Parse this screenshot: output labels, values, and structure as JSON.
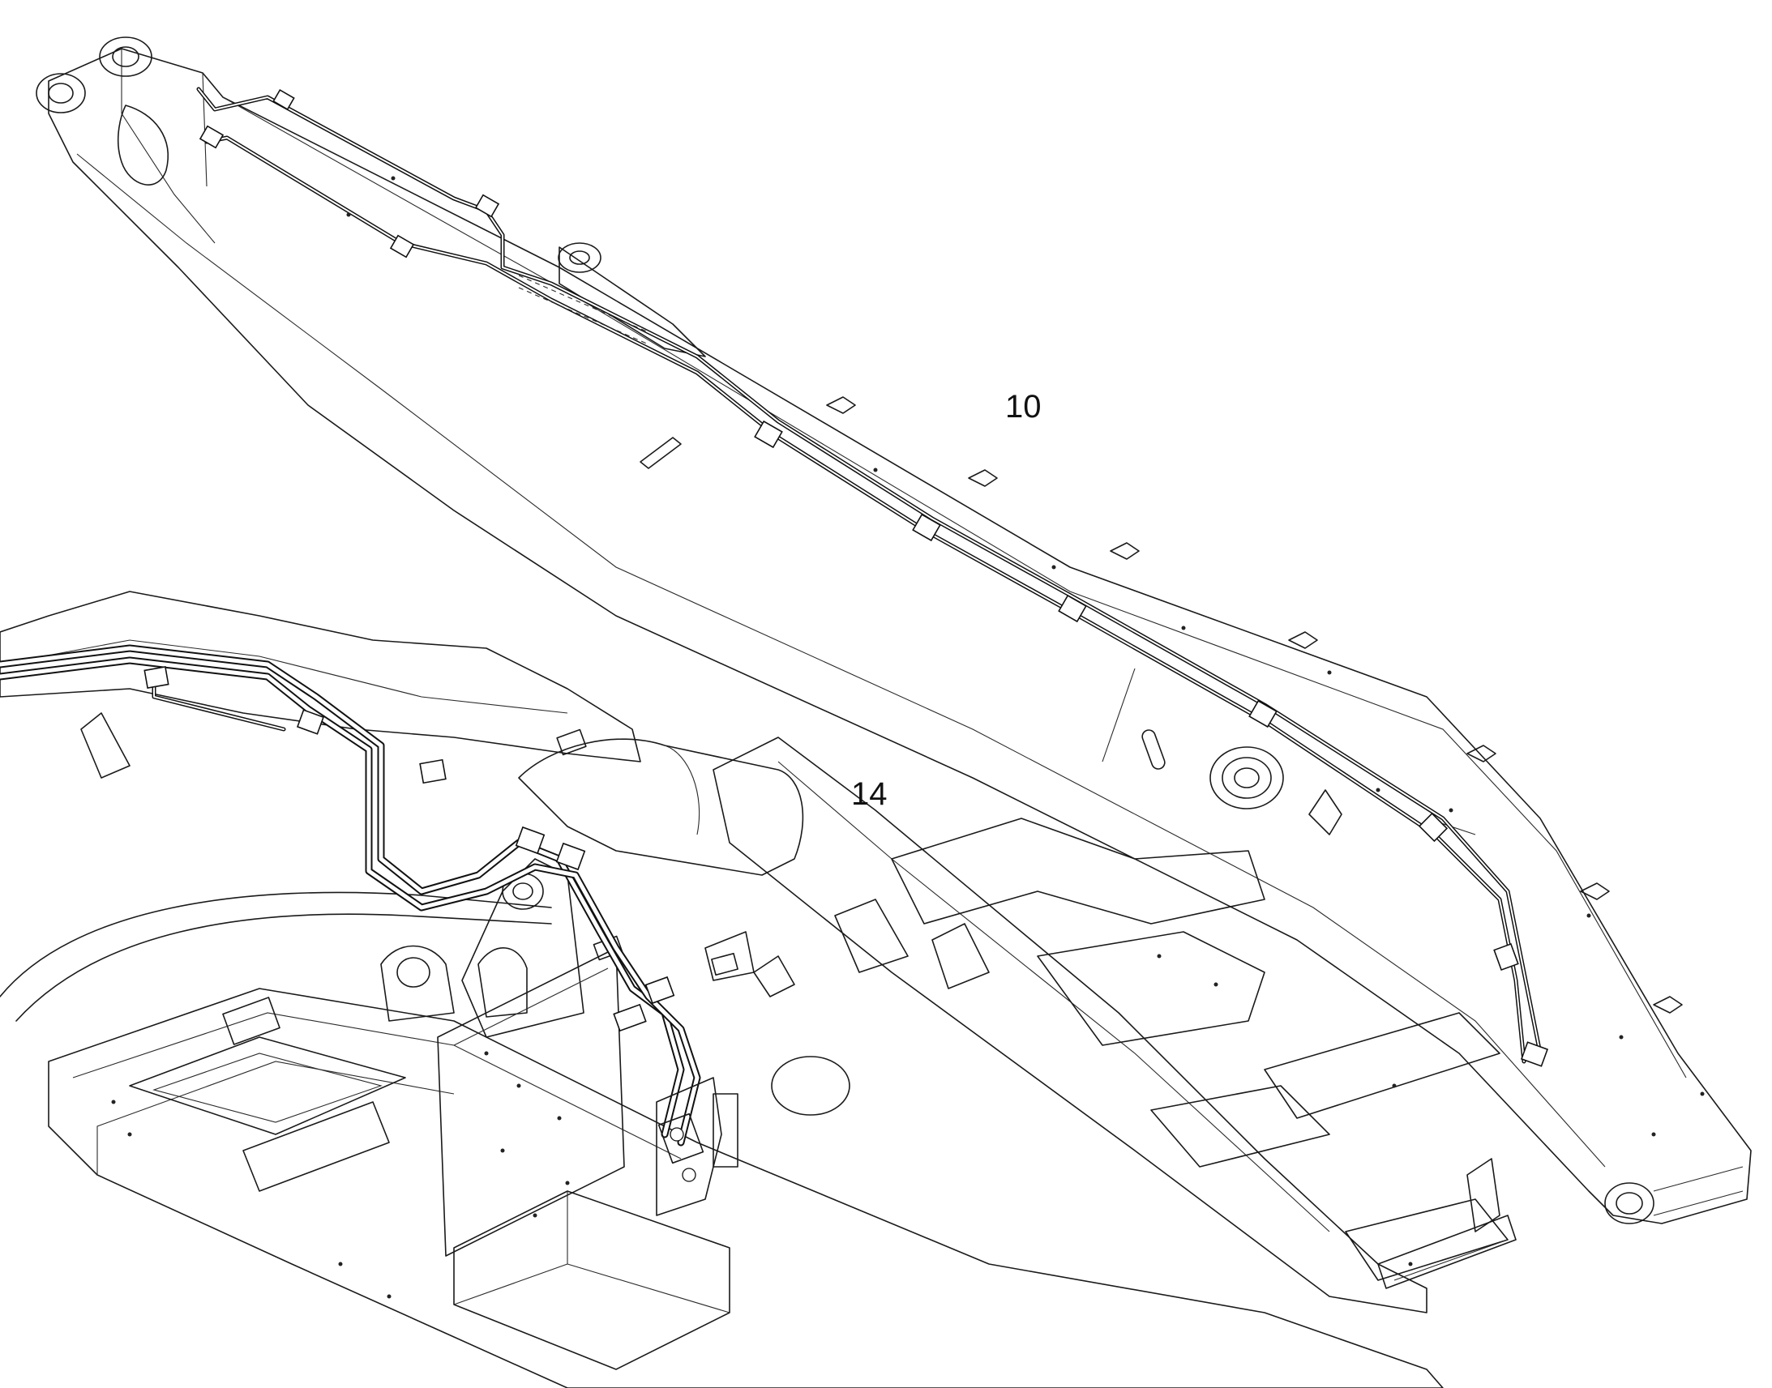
{
  "callouts": [
    {
      "id": "callout-10",
      "label": "10"
    },
    {
      "id": "callout-14",
      "label": "14"
    }
  ],
  "colors": {
    "line": "#1a1a1a",
    "background": "#ffffff"
  }
}
